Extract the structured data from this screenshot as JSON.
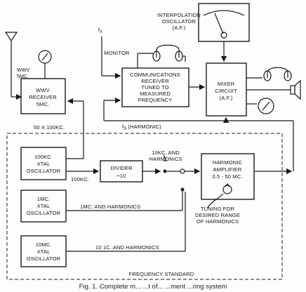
{
  "blocks": {
    "interpolation": [
      "INTERPOLATION",
      "OSCILLATOR",
      "(A.F.)"
    ],
    "wwv_label": [
      "WWV",
      "5MC."
    ],
    "wwv_receiver": [
      "WWV",
      "RECEIVER",
      "5MC."
    ],
    "fx": "f",
    "fx_sub": "X",
    "monitor": "MONITOR",
    "comm_receiver": [
      "COMMUNICATIONS",
      "RECEIVER",
      "TUNED TO",
      "MEASURED",
      "FREQUENCY"
    ],
    "mixer": [
      "MIXER",
      "CIRCUIT",
      "(A.F.)"
    ],
    "fs": "f",
    "fs_sub": "S",
    "fs_harmonic": "(HARMONIC)",
    "fifty_x": "50 X 100KC.",
    "osc_100kc": [
      "100KC.",
      "XTAL",
      "OSCILLATOR"
    ],
    "out_100kc": "100KC.",
    "divider": [
      "DIVIDER",
      "÷10"
    ],
    "tenkc": [
      "10KC. AND",
      "HARMONICS"
    ],
    "harm_amp": [
      "HARMONIC",
      "AMPLIFIER",
      "0.5 - 50 MC."
    ],
    "osc_1mc": [
      "1MC.",
      "XTAL",
      "OSCILLATOR"
    ],
    "out_1mc": "1MC. AND HARMONICS",
    "tuning": [
      "TUNING FOR",
      "DESIRED RANGE",
      "OF HARMONICS"
    ],
    "osc_10mc": [
      "10MC.",
      "XTAL",
      "OSCILLATOR"
    ],
    "out_10mc": "10 1C. AND HARMONICS",
    "freq_std": "FREQUENCY STANDARD"
  },
  "caption": "Fig. 1. Complete m... ...t of... ...ment ...ring system"
}
